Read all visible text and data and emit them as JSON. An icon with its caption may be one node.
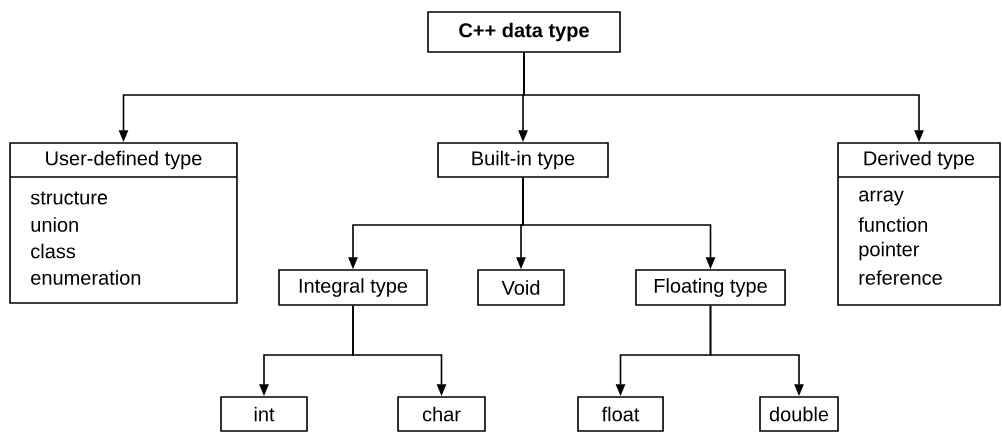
{
  "diagram": {
    "nodes": [
      {
        "text": [
          "C++ data type"
        ]
      },
      {
        "text": [
          "User-defined type",
          "structure",
          "union",
          "class",
          "enumeration"
        ]
      },
      {
        "text": [
          "Built-in type"
        ]
      },
      {
        "text": [
          "Derived type",
          "array",
          "function",
          "pointer",
          "reference"
        ]
      },
      {
        "text": [
          "Integral type"
        ]
      },
      {
        "text": [
          "Void"
        ]
      },
      {
        "text": [
          "Floating type"
        ]
      },
      {
        "text": [
          "int"
        ]
      },
      {
        "text": [
          "char"
        ]
      },
      {
        "text": [
          "float"
        ]
      },
      {
        "text": [
          "double"
        ]
      }
    ],
    "edges": [
      {
        "from": 0,
        "to": 1,
        "arrow": "to"
      },
      {
        "from": 0,
        "to": 2,
        "arrow": "to"
      },
      {
        "from": 0,
        "to": 3,
        "arrow": "to"
      },
      {
        "from": 2,
        "to": 4,
        "arrow": "to"
      },
      {
        "from": 2,
        "to": 5,
        "arrow": "to"
      },
      {
        "from": 2,
        "to": 6,
        "arrow": "to"
      },
      {
        "from": 4,
        "to": 7,
        "arrow": "to"
      },
      {
        "from": 4,
        "to": 8,
        "arrow": "to"
      },
      {
        "from": 6,
        "to": 9,
        "arrow": "to"
      },
      {
        "from": 6,
        "to": 10,
        "arrow": "to"
      }
    ]
  }
}
